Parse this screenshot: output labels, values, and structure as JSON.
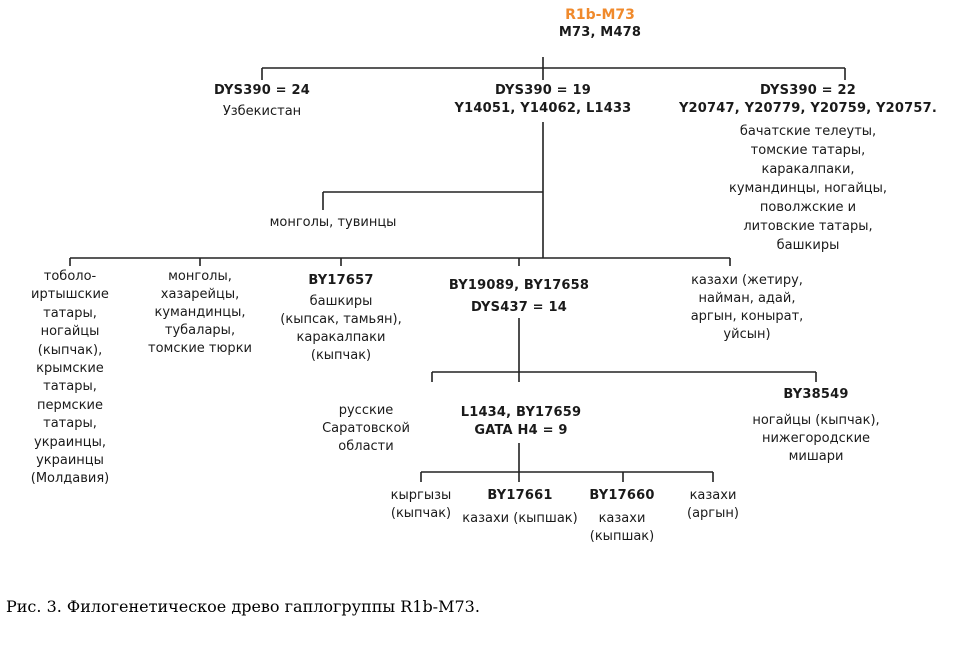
{
  "tree": {
    "root": {
      "name": "R1b-M73",
      "markers": "M73, M478"
    },
    "branch_dys24": {
      "marker": "DYS390 = 24",
      "pop": [
        "Узбекистан"
      ]
    },
    "branch_dys19": {
      "marker1": "DYS390 = 19",
      "marker2": "Y14051, Y14062,  L1433"
    },
    "branch_dys22": {
      "marker1": "DYS390 = 22",
      "marker2": "Y20747, Y20779, Y20759, Y20757.",
      "pop": [
        "бачатские телеуты,",
        "томские татары,",
        "каракалпаки,",
        "кумандинцы, ногайцы,",
        "поволжские и",
        "литовские татары,",
        "башкиры"
      ]
    },
    "mongols_tuvans": "монголы, тувинцы",
    "tobolsk": [
      "тоболо-",
      "иртышские",
      "татары,",
      "ногайцы",
      "(кыпчак),",
      "крымские",
      "татары,",
      "пермские",
      "татары,",
      "украинцы,",
      "украинцы",
      "(Молдавия)"
    ],
    "mongols2": [
      "монголы,",
      "хазарейцы,",
      "кумандинцы,",
      "тубалары,",
      "томские тюрки"
    ],
    "by17657": {
      "marker": "BY17657",
      "pop": [
        "башкиры",
        "(кыпсак, тамьян),",
        "каракалпаки",
        "(кыпчак)"
      ]
    },
    "by19089": {
      "marker1": "BY19089, BY17658",
      "marker2": "DYS437 = 14"
    },
    "kazakhs1": [
      "казахи (жетиру,",
      "найман, адай,",
      "аргын, коныpат,",
      "уйсын)"
    ],
    "russians": [
      "русские",
      "Саратовской",
      "области"
    ],
    "l1434": {
      "marker1": "L1434, BY17659",
      "marker2": "GATA H4 = 9"
    },
    "by38549": {
      "marker": "BY38549",
      "pop": [
        "ногайцы (кыпчак),",
        "нижегородские",
        "мишари"
      ]
    },
    "kyrgyz": [
      "кыргызы",
      "(кыпчак)"
    ],
    "by17661": {
      "marker": "BY17661",
      "pop": [
        "казахи (кыпшак)"
      ]
    },
    "by17660": {
      "marker": "BY17660",
      "pop": [
        "казахи",
        "(кыпшак)"
      ]
    },
    "kazakhs_argyn": [
      "казахи",
      "(аргын)"
    ]
  },
  "caption": "Рис. 3. Филогенетическое древо гаплогруппы R1b-M73."
}
